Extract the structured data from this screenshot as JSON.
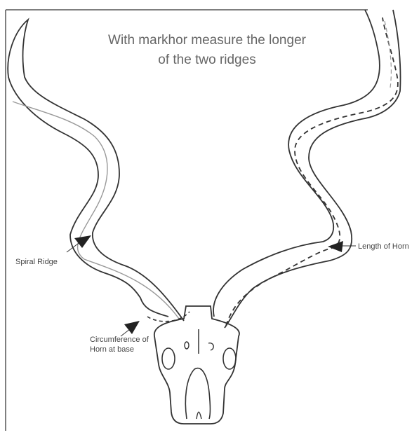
{
  "diagram": {
    "title_line1": "With markhor measure the longer",
    "title_line2": "of the two ridges",
    "labels": {
      "length": "Length of Horn",
      "spiral": "Spiral Ridge",
      "circumference_line1": "Circumference of",
      "circumference_line2": "Horn at base"
    }
  }
}
